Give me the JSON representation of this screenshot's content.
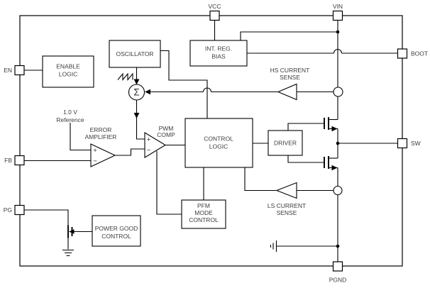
{
  "pins": {
    "vcc": "VCC",
    "vin": "VIN",
    "en": "EN",
    "fb": "FB",
    "pg": "PG",
    "boot": "BOOT",
    "sw": "SW",
    "pgnd": "PGND"
  },
  "blocks": {
    "enable_logic": {
      "line1": "ENABLE",
      "line2": "LOGIC"
    },
    "oscillator": {
      "line1": "OSCILLATOR"
    },
    "int_reg_bias": {
      "line1": "INT. REG.",
      "line2": "BIAS"
    },
    "control_logic": {
      "line1": "CONTROL",
      "line2": "LOGIC"
    },
    "driver": {
      "line1": "DRIVER"
    },
    "pfm_mode_control": {
      "line1": "PFM",
      "line2": "MODE",
      "line3": "CONTROL"
    },
    "power_good_control": {
      "line1": "POWER GOOD",
      "line2": "CONTROL"
    }
  },
  "amplifiers": {
    "error_amplifier": {
      "label_line1": "ERROR",
      "label_line2": "AMPLIFIER",
      "plus": "+",
      "minus": "−"
    },
    "pwm_comp": {
      "label_line1": "PWM",
      "label_line2": "COMP",
      "plus": "+",
      "minus": "−"
    },
    "hs_current_sense": {
      "label_line1": "HS CURRENT",
      "label_line2": "SENSE"
    },
    "ls_current_sense": {
      "label_line1": "LS CURRENT",
      "label_line2": "SENSE"
    }
  },
  "reference": {
    "line1": "1.0 V",
    "line2": "Reference"
  },
  "summing_junction": {
    "symbol": "Σ"
  },
  "colors": {
    "line": "#000000",
    "text": "#3c3c3c",
    "background": "#ffffff"
  }
}
